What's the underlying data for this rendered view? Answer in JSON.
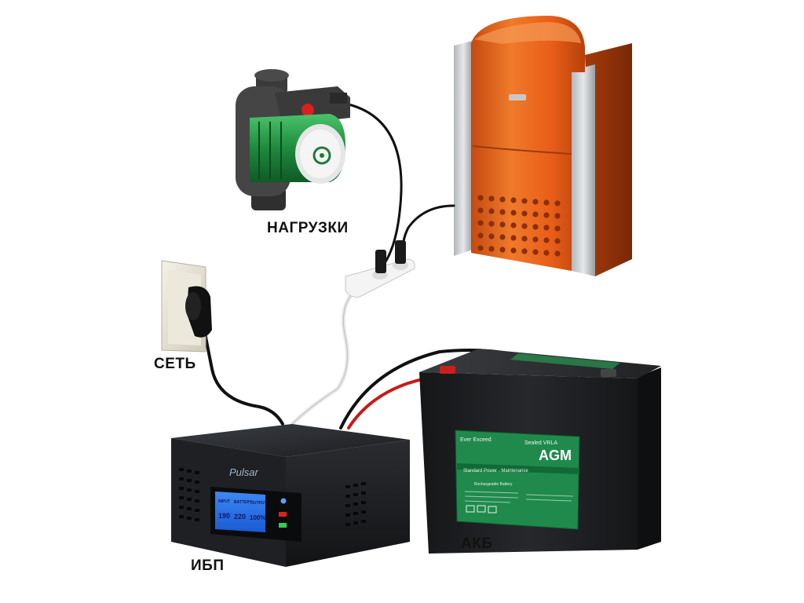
{
  "labels": {
    "loads": "НАГРУЗКИ",
    "mains": "СЕТЬ",
    "battery": "АКБ",
    "ups": "ИБП"
  },
  "ups": {
    "brand": "Pulsar",
    "display": {
      "header": [
        "INPUT",
        "BATTERY",
        "OUTPUT"
      ],
      "readings": [
        "190",
        "220",
        "100%"
      ]
    }
  },
  "battery": {
    "brand": "Ever Exceed",
    "type_line": "Sealed VRLA",
    "type": "AGM",
    "subtitle": "Standard Power - Maintenance",
    "note": "Rechargeable Battery"
  },
  "colors": {
    "boiler": "#e2631a",
    "pump": "#2a9a4a",
    "ups_screen": "#2a74e8",
    "battery_label": "#1f8a4c",
    "positive_cable": "#c81a1a"
  },
  "icons": [
    "boiler-image",
    "circulation-pump-image",
    "power-strip-image",
    "wall-socket-image",
    "ups-image",
    "battery-image"
  ]
}
